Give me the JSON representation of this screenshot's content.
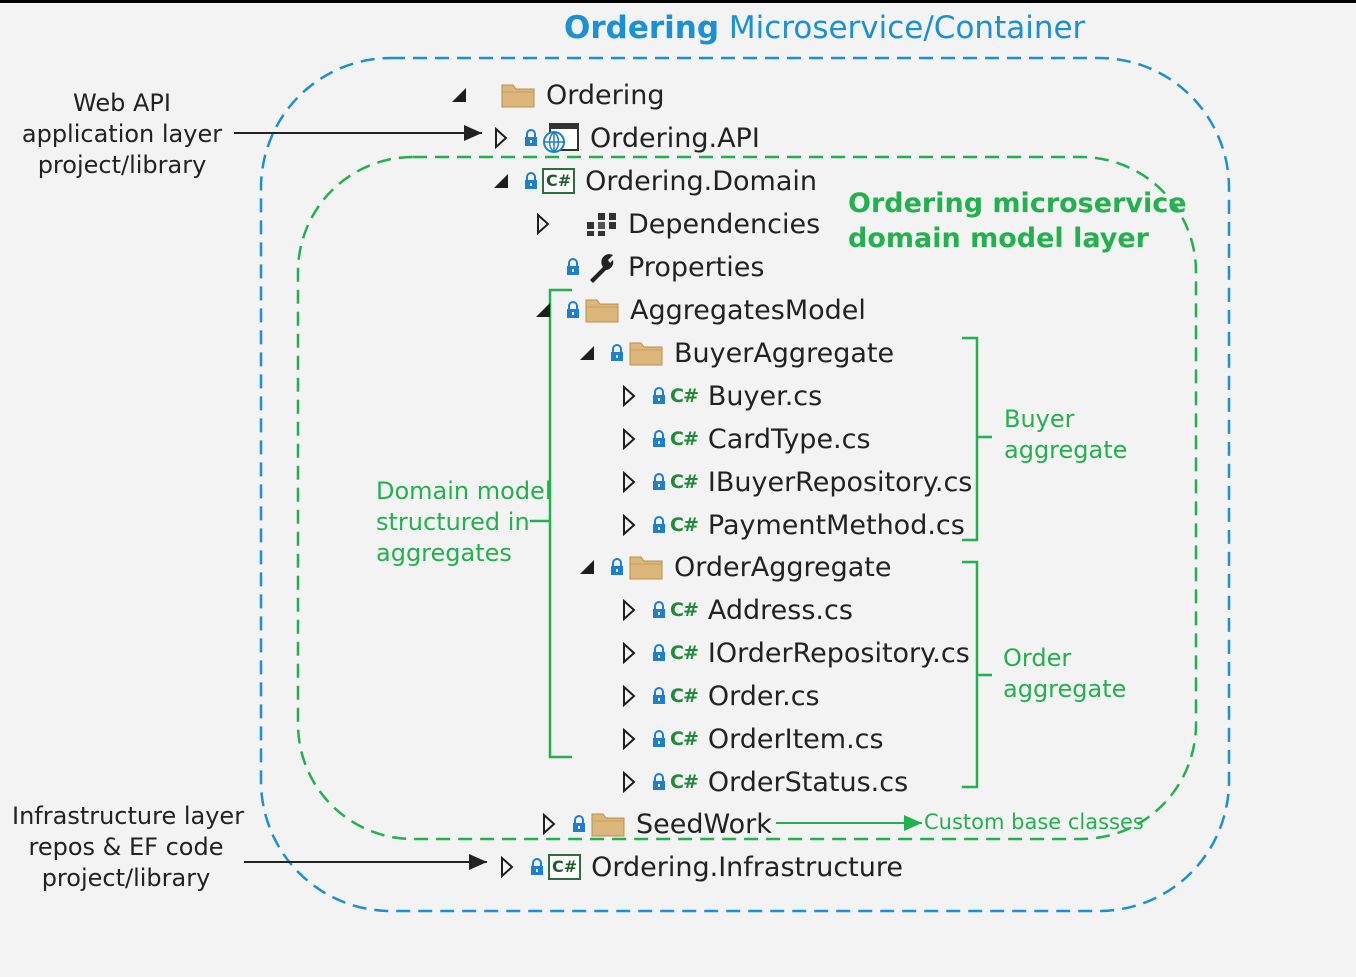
{
  "title": {
    "bold": "Ordering",
    "rest": " Microservice/Container"
  },
  "domain_title": [
    "Ordering microservice",
    "domain model layer"
  ],
  "notes": {
    "web_api": [
      "Web API",
      "application layer",
      "project/library"
    ],
    "infrastructure": [
      "Infrastructure layer",
      "repos & EF code",
      "project/library"
    ],
    "domain_model": [
      "Domain model",
      "structured in",
      "aggregates"
    ],
    "buyer_aggregate": [
      "Buyer",
      "aggregate"
    ],
    "order_aggregate": [
      "Order",
      "aggregate"
    ],
    "custom_base": "Custom base classes"
  },
  "tree": [
    {
      "label": "Ordering",
      "expander": "expanded",
      "icon": "folder-icon",
      "lock": false
    },
    {
      "label": "Ordering.API",
      "expander": "collapsed",
      "icon": "web-project-icon",
      "lock": true
    },
    {
      "label": "Ordering.Domain",
      "expander": "expanded",
      "icon": "csharp-project-icon",
      "lock": true
    },
    {
      "label": "Dependencies",
      "expander": "collapsed",
      "icon": "dependencies-icon",
      "lock": false
    },
    {
      "label": "Properties",
      "expander": "none",
      "icon": "wrench-icon",
      "lock": true
    },
    {
      "label": "AggregatesModel",
      "expander": "expanded",
      "icon": "folder-icon",
      "lock": true
    },
    {
      "label": "BuyerAggregate",
      "expander": "expanded",
      "icon": "folder-icon",
      "lock": true
    },
    {
      "label": "Buyer.cs",
      "expander": "collapsed",
      "icon": "csharp-file-icon",
      "lock": true
    },
    {
      "label": "CardType.cs",
      "expander": "collapsed",
      "icon": "csharp-file-icon",
      "lock": true
    },
    {
      "label": "IBuyerRepository.cs",
      "expander": "collapsed",
      "icon": "csharp-file-icon",
      "lock": true
    },
    {
      "label": "PaymentMethod.cs",
      "expander": "collapsed",
      "icon": "csharp-file-icon",
      "lock": true
    },
    {
      "label": "OrderAggregate",
      "expander": "expanded",
      "icon": "folder-icon",
      "lock": true
    },
    {
      "label": "Address.cs",
      "expander": "collapsed",
      "icon": "csharp-file-icon",
      "lock": true
    },
    {
      "label": "IOrderRepository.cs",
      "expander": "collapsed",
      "icon": "csharp-file-icon",
      "lock": true
    },
    {
      "label": "Order.cs",
      "expander": "collapsed",
      "icon": "csharp-file-icon",
      "lock": true
    },
    {
      "label": "OrderItem.cs",
      "expander": "collapsed",
      "icon": "csharp-file-icon",
      "lock": true
    },
    {
      "label": "OrderStatus.cs",
      "expander": "collapsed",
      "icon": "csharp-file-icon",
      "lock": true
    },
    {
      "label": "SeedWork",
      "expander": "collapsed",
      "icon": "folder-icon",
      "lock": true
    },
    {
      "label": "Ordering.Infrastructure",
      "expander": "collapsed",
      "icon": "csharp-project-icon",
      "lock": true
    }
  ],
  "colors": {
    "blue": "#1a90d6",
    "green": "#22b14c",
    "folder": "#dcb67a",
    "lock": "#1c7fd1"
  }
}
